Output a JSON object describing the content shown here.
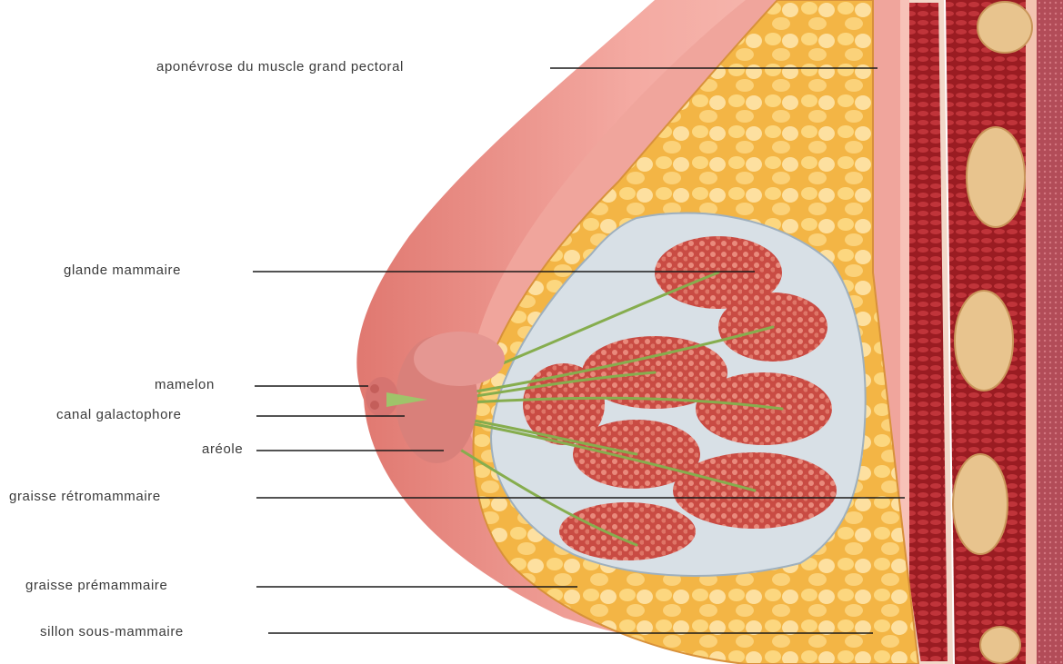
{
  "labels": {
    "aponevrose": "aponévrose du muscle grand pectoral",
    "glande": "glande mammaire",
    "mamelon": "mamelon",
    "canal": "canal galactophore",
    "areole": "aréole",
    "graisse_retro": "graisse rétromammaire",
    "graisse_pre": "graisse prémammaire",
    "sillon": "sillon sous-mammaire"
  },
  "colors": {
    "skin": "#e8857f",
    "skin_light": "#f3b0a8",
    "fat": "#f6c25d",
    "fat_light": "#fde2a0",
    "gland": "#c4473f",
    "gland_light": "#e07a6b",
    "muscle": "#9c1c22",
    "muscle_light": "#c23a3a",
    "duct": "#8fb85a",
    "rib": "#e6c28c",
    "chest_wall": "#b0545c"
  }
}
